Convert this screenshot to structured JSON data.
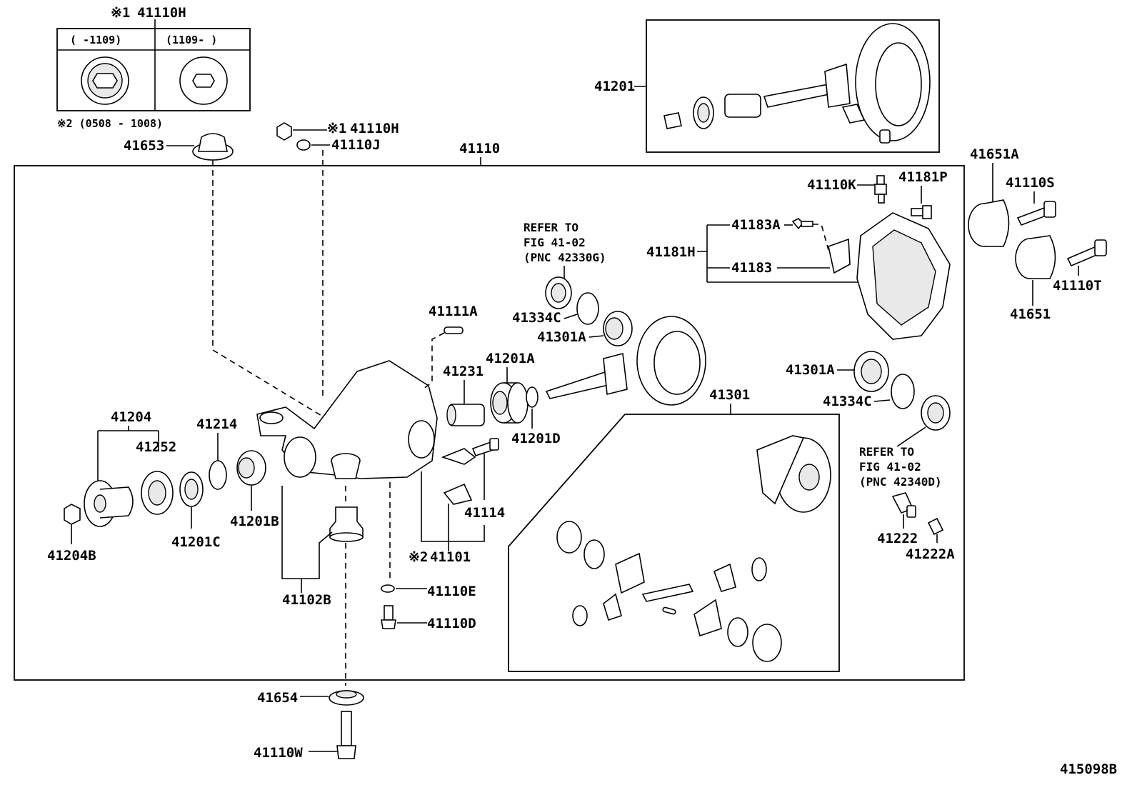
{
  "callouts": {
    "inset_tag": "※1",
    "inset_part": "41110H",
    "inset_col1": "(      -1109)",
    "inset_col2": "(1109-      )",
    "note2": "※2 (0508 - 1008)",
    "p41653": "41653",
    "p41110h_tag": "※1",
    "p41110h": "41110H",
    "p41110j": "41110J",
    "p41110": "41110",
    "p41201_top": "41201",
    "p41651a": "41651A",
    "p41110s": "41110S",
    "p41110t": "41110T",
    "p41651": "41651",
    "p41110k": "41110K",
    "p41181p": "41181P",
    "p41181h": "41181H",
    "p41183a": "41183A",
    "p41183": "41183",
    "ref1_l1": "REFER TO",
    "ref1_l2": "FIG 41-02",
    "ref1_l3": "(PNC 42330G)",
    "p41334c_a": "41334C",
    "p41301a_a": "41301A",
    "p41111a": "41111A",
    "p41231": "41231",
    "p41201a": "41201A",
    "p41201d": "41201D",
    "p41301": "41301",
    "p41301a_b": "41301A",
    "p41334c_b": "41334C",
    "ref2_l1": "REFER TO",
    "ref2_l2": "FIG 41-02",
    "ref2_l3": "(PNC 42340D)",
    "p41222": "41222",
    "p41222a": "41222A",
    "p41204": "41204",
    "p41252": "41252",
    "p41214": "41214",
    "p41201b": "41201B",
    "p41201c": "41201C",
    "p41204b": "41204B",
    "p41114": "41114",
    "p41101_tag": "※2",
    "p41101": "41101",
    "p41102b": "41102B",
    "p41110e": "41110E",
    "p41110d": "41110D",
    "p41654": "41654",
    "p41110w": "41110W",
    "fig_id": "415098B"
  },
  "icons": [
    "drain-plug-nut-icon",
    "washer-icon",
    "cap-icon",
    "bolt-icon",
    "bearing-icon",
    "oil-seal-icon",
    "ring-gear-icon",
    "drive-pinion-icon",
    "differential-case-icon",
    "pinion-gear-icon",
    "companion-flange-icon",
    "housing-icon",
    "rear-cover-icon",
    "bushing-icon"
  ]
}
